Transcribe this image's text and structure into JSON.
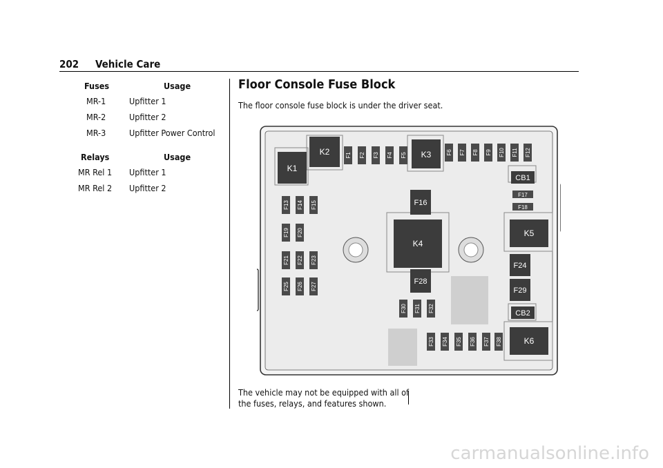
{
  "header": {
    "page_number": "202",
    "section": "Vehicle Care"
  },
  "fuses_table": {
    "col1": "Fuses",
    "col2": "Usage",
    "rows": [
      {
        "id": "MR-1",
        "usage": "Upfitter 1"
      },
      {
        "id": "MR-2",
        "usage": "Upfitter 2"
      },
      {
        "id": "MR-3",
        "usage": "Upfitter Power Control"
      }
    ]
  },
  "relays_table": {
    "col1": "Relays",
    "col2": "Usage",
    "rows": [
      {
        "id": "MR Rel 1",
        "usage": "Upfitter 1"
      },
      {
        "id": "MR Rel 2",
        "usage": "Upfitter 2"
      }
    ]
  },
  "section": {
    "title": "Floor Console Fuse Block",
    "intro": "The floor console fuse block is under the driver seat.",
    "note_line1": "The vehicle may not be equipped with all of",
    "note_line2": "the fuses, relays, and features shown."
  },
  "diagram_labels": {
    "relays": [
      "K1",
      "K2",
      "K3",
      "K4",
      "K5",
      "K6"
    ],
    "big_fuses": [
      "F16",
      "F24",
      "F28",
      "F29"
    ],
    "breakers": [
      "CB1",
      "CB2"
    ],
    "small_fuses_top": [
      "F1",
      "F2",
      "F3",
      "F4",
      "F5"
    ],
    "small_fuses_top_right": [
      "F6",
      "F7",
      "F8",
      "F9",
      "F10",
      "F11",
      "F12"
    ],
    "small_fuses_left": [
      "F13",
      "F14",
      "F15",
      "F19",
      "F20",
      "F21",
      "F22",
      "F23",
      "F25",
      "F26",
      "F27"
    ],
    "small_fuses_bottom": [
      "F30",
      "F31",
      "F32",
      "F33",
      "F34",
      "F35",
      "F36",
      "F37",
      "F38"
    ],
    "flat_fuses": [
      "F17",
      "F18"
    ]
  },
  "watermark": "carmanualsonline.info"
}
